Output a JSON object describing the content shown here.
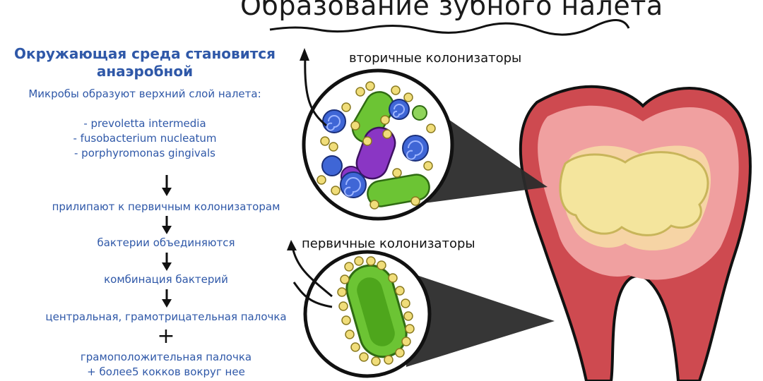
{
  "title": "Образование зубного налета",
  "left_panel": {
    "heading_line1": "Окружающая среда становится",
    "heading_line2": "анаэробной",
    "subheading": "Микробы образуют верхний слой налета:",
    "bacteria": [
      "- prevoletta intermedia",
      "- fusobacterium nucleatum",
      "- porphyromonas gingivals"
    ],
    "steps": [
      "прилипают к первичным колонизаторам",
      "бактерии объединяются",
      "комбинация бактерий",
      "центральная, грамотрицательная палочка"
    ],
    "plus": "+",
    "final_line1": "грамоположительная палочка",
    "final_line2": "+ более5 кокков вокруг нее"
  },
  "labels": {
    "secondary": "вторичные колонизаторы",
    "primary": "первичные колонизаторы"
  },
  "colors": {
    "text_blue": "#2f58a8",
    "tooth_red": "#c9434b",
    "tooth_pink": "#f1a1a1",
    "plaque_yellow": "#f3e59a",
    "bacteria_green": "#6cc434",
    "bacteria_purple": "#8a36c4",
    "bacteria_blue": "#3f66d6",
    "cocci_yellow": "#f0dd7a"
  }
}
